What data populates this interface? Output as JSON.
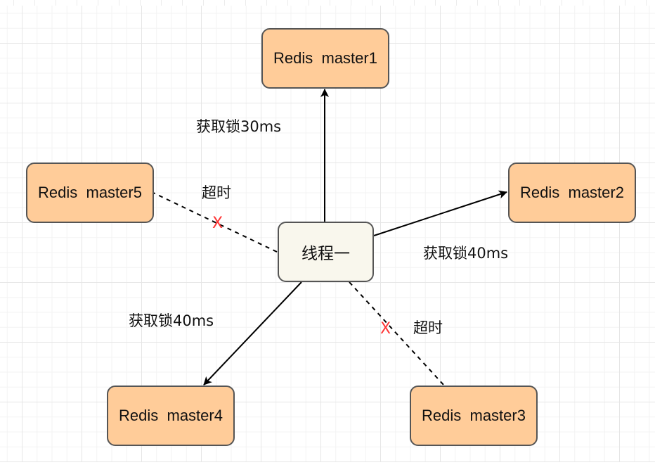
{
  "diagram": {
    "center_node": {
      "id": "thread1",
      "label": "线程一",
      "fill": "#f9f7ed"
    },
    "redis_nodes": [
      {
        "id": "master1",
        "label": "Redis  master1",
        "fill": "#ffcc99"
      },
      {
        "id": "master2",
        "label": "Redis  master2",
        "fill": "#ffcc99"
      },
      {
        "id": "master3",
        "label": "Redis  master3",
        "fill": "#ffcc99"
      },
      {
        "id": "master4",
        "label": "Redis  master4",
        "fill": "#ffcc99"
      },
      {
        "id": "master5",
        "label": "Redis  master5",
        "fill": "#ffcc99"
      }
    ],
    "edges": [
      {
        "from": "thread1",
        "to": "master1",
        "style": "solid-arrow",
        "label": "获取锁30ms",
        "failed": false
      },
      {
        "from": "thread1",
        "to": "master2",
        "style": "solid-arrow",
        "label": "获取锁40ms",
        "failed": false
      },
      {
        "from": "thread1",
        "to": "master3",
        "style": "dashed",
        "label": "超时",
        "failed": true,
        "fail_mark": "X"
      },
      {
        "from": "thread1",
        "to": "master4",
        "style": "solid-arrow",
        "label": "获取锁40ms",
        "failed": false
      },
      {
        "from": "thread1",
        "to": "master5",
        "style": "dashed",
        "label": "超时",
        "failed": true,
        "fail_mark": "X"
      }
    ],
    "colors": {
      "node_border": "#555555",
      "edge": "#000000",
      "fail_mark": "#ff3333",
      "grid_major": "#e6e6e6",
      "grid_minor": "#f3f3f3"
    }
  }
}
